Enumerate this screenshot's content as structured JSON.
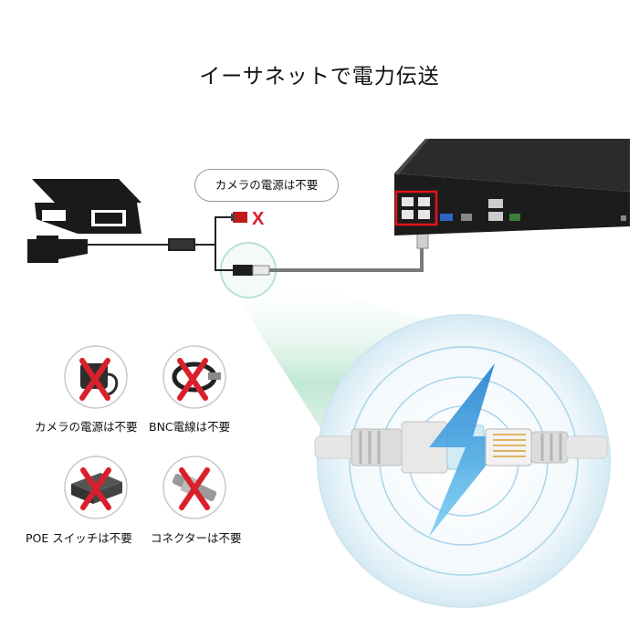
{
  "title": "イーサネットで電力伝送",
  "callout": "カメラの電源は不要",
  "cross_mark": "X",
  "items": [
    {
      "label": "カメラの電源は不要",
      "icon": "power-adapter-icon"
    },
    {
      "label": "BNC電線は不要",
      "icon": "bnc-cable-icon"
    },
    {
      "label": "POE スイッチは不要",
      "icon": "poe-switch-icon"
    },
    {
      "label": "コネクターは不要",
      "icon": "bnc-connector-icon"
    }
  ],
  "colors": {
    "cross": "#d9202a",
    "nvr_body": "#222222",
    "port_highlight": "#e3131b",
    "circle_glow": "#cfe7f2",
    "bolt": "#3aa6dd",
    "beam": "#8ed4b6"
  }
}
